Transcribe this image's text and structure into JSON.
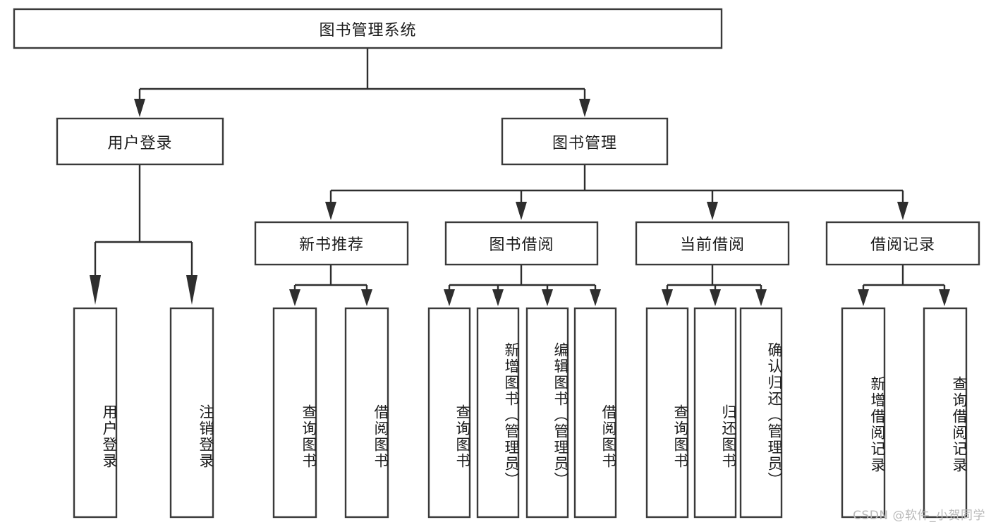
{
  "diagram": {
    "type": "tree-hierarchy-chart",
    "title": "图书管理系统",
    "watermark": "CSDN @软件_小贺同学",
    "colors": {
      "box_stroke": "#3a3a3a",
      "box_fill": "#ffffff",
      "connector": "#2e2e2e",
      "text": "#1c1c1c",
      "background": "#ffffff",
      "watermark": "#b9b9b9"
    },
    "root": {
      "label": "图书管理系统",
      "orientation": "horizontal"
    },
    "level2": [
      {
        "label": "用户登录",
        "orientation": "horizontal"
      },
      {
        "label": "图书管理",
        "orientation": "horizontal"
      }
    ],
    "level3": [
      {
        "label": "新书推荐",
        "orientation": "horizontal"
      },
      {
        "label": "图书借阅",
        "orientation": "horizontal"
      },
      {
        "label": "当前借阅",
        "orientation": "horizontal"
      },
      {
        "label": "借阅记录",
        "orientation": "horizontal"
      }
    ],
    "leaves": {
      "user_login": [
        {
          "label": "用户登录",
          "orientation": "vertical"
        },
        {
          "label": "注销登录",
          "orientation": "vertical"
        }
      ],
      "new_book_recommend": [
        {
          "label": "查询图书",
          "orientation": "vertical"
        },
        {
          "label": "借阅图书",
          "orientation": "vertical"
        }
      ],
      "book_borrow": [
        {
          "label": "查询图书",
          "orientation": "vertical"
        },
        {
          "label": "新增图书（管理员）",
          "orientation": "vertical"
        },
        {
          "label": "编辑图书（管理员）",
          "orientation": "vertical"
        },
        {
          "label": "借阅图书",
          "orientation": "vertical"
        }
      ],
      "current_borrow": [
        {
          "label": "查询图书",
          "orientation": "vertical"
        },
        {
          "label": "归还图书",
          "orientation": "vertical"
        },
        {
          "label": "确认归还（管理员）",
          "orientation": "vertical"
        }
      ],
      "borrow_records": [
        {
          "label": "新增借阅记录",
          "orientation": "vertical"
        },
        {
          "label": "查询借阅记录",
          "orientation": "vertical"
        }
      ]
    }
  }
}
